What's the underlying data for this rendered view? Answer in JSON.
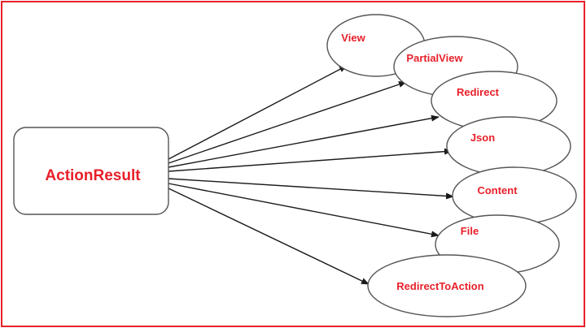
{
  "colors": {
    "frame": "#e8202a",
    "label": "#e8202a",
    "stroke": "#555555",
    "arrow": "#1a1a1a",
    "fill": "#ffffff"
  },
  "source": {
    "label": "ActionResult"
  },
  "targets": [
    {
      "label": "View"
    },
    {
      "label": "PartialView"
    },
    {
      "label": "Redirect"
    },
    {
      "label": "Json"
    },
    {
      "label": "Content"
    },
    {
      "label": "File"
    },
    {
      "label": "RedirectToAction"
    }
  ]
}
